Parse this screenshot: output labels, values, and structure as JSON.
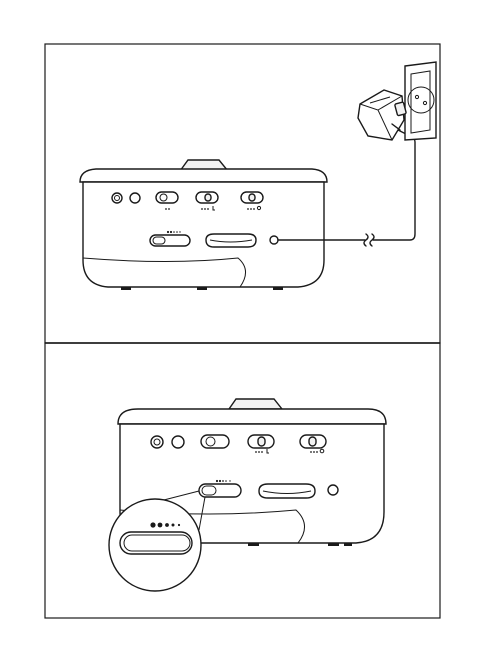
{
  "panels": [
    {
      "id": "top",
      "step": "connect-power-adapter"
    },
    {
      "id": "bottom",
      "step": "indicator-zoom"
    }
  ],
  "colors": {
    "line": "#1a1a1a",
    "panel_border": "#1a1a1a",
    "background": "#ffffff"
  },
  "icons": [
    "power-plug-icon",
    "wall-socket-icon",
    "cable-break-icon",
    "indicator-dots-icon"
  ]
}
